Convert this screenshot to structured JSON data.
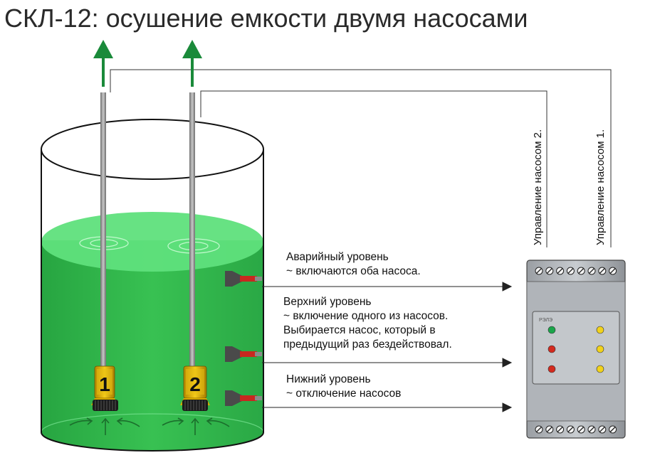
{
  "title": "СКЛ-12: осушение емкости двумя насосами",
  "colors": {
    "water": "#2fb54a",
    "water_surface": "#5fe27e",
    "arrow_green": "#1a8a3a",
    "led_green": "#1aa54a",
    "led_red": "#d32a1e",
    "led_yellow": "#f1d21b",
    "pump_yellow": "#e5b200",
    "electrode_red": "#c8281f"
  },
  "pumps": [
    {
      "number": "1"
    },
    {
      "number": "2"
    }
  ],
  "control_lines": [
    {
      "label": "Управление насосом 2."
    },
    {
      "label": "Управление насосом 1."
    }
  ],
  "levels": [
    {
      "lines": [
        "Аварийный уровень",
        "~ включаются оба насоса."
      ]
    },
    {
      "lines": [
        "Верхний уровень",
        "~ включение одного из насосов.",
        "Выбирается насос, который в",
        "предыдущий раз бездействовал."
      ]
    },
    {
      "lines": [
        "Нижний уровень",
        "~ отключение насосов"
      ]
    }
  ],
  "device": {
    "logo": "РЭЛЭ",
    "top_terminals": 8,
    "bottom_terminals": 8,
    "leds_left": [
      "green",
      "red",
      "red"
    ],
    "leds_right": [
      "yellow",
      "yellow",
      "yellow"
    ]
  },
  "icons": [
    "up-arrow-icon",
    "down-arrow-icon",
    "level-electrode-icon",
    "relay-device-icon",
    "pump-icon"
  ]
}
